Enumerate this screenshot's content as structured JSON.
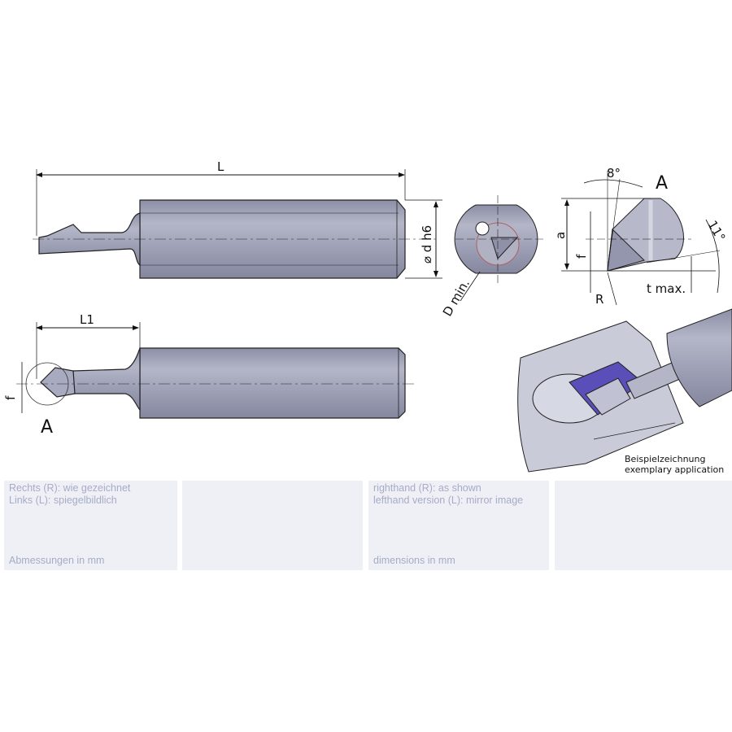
{
  "drawing": {
    "labels": {
      "L": "L",
      "diameter": "⌀ d h6",
      "d_min": "D min.",
      "angle_8": "8°",
      "detail_A": "A",
      "a": "a",
      "f": "f",
      "R": "R",
      "t_max": "t max.",
      "angle_11": "11°",
      "L1": "L1",
      "f2": "f",
      "detail_A2": "A"
    },
    "example_caption": [
      "Beispielzeichnung",
      "exemplary application"
    ],
    "colors": {
      "tool": "#9a9cb2",
      "tool_light": "#c4c6d6",
      "insert": "#5a4fb8",
      "section": "#c9cbd8"
    }
  },
  "panels": [
    {
      "lines": [
        "Rechts (R): wie gezeichnet",
        "Links (L): spiegelbildlich"
      ],
      "footer": "Abmessungen in mm"
    },
    {
      "lines": [],
      "footer": ""
    },
    {
      "lines": [
        "righthand (R): as shown",
        "lefthand version (L): mirror image"
      ],
      "footer": "dimensions in mm"
    },
    {
      "lines": [],
      "footer": ""
    }
  ]
}
